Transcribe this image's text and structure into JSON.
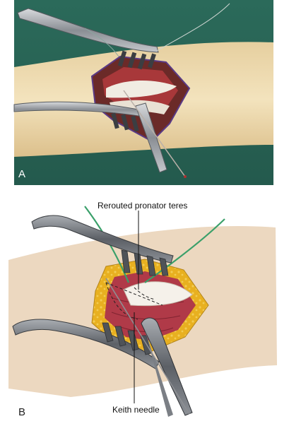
{
  "panel_a": {
    "letter": "A"
  },
  "panel_b": {
    "letter": "B",
    "labels": {
      "top": "Rerouted pronator teres",
      "bottom": "Keith needle"
    }
  },
  "colors": {
    "drape": "#2f6e5e",
    "skin_photo": "#efdcb2",
    "skin_illustration": "#ecd8c0",
    "fat": "#e8b020",
    "muscle": "#b03a48",
    "tendon": "#f2eee6",
    "instrument": "#6a6e74",
    "suture": "#3aa06a"
  }
}
